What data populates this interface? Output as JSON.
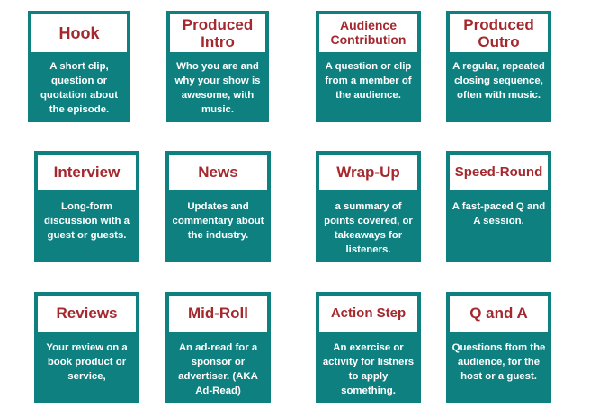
{
  "colors": {
    "card": "#0f8080",
    "title": "#a4282e",
    "header_bg": "#ffffff",
    "text": "#ffffff"
  },
  "cards": [
    {
      "title": "Hook",
      "description": "A short clip, question or quotation about the episode."
    },
    {
      "title": "Produced Intro",
      "description": "Who you are and why your show is awesome, with music."
    },
    {
      "title": "Audience Contribution",
      "description": "A question or clip from a member of the audience."
    },
    {
      "title": "Produced Outro",
      "description": "A regular, repeated closing sequence, often with music."
    },
    {
      "title": "Interview",
      "description": "Long-form discussion with a guest or guests."
    },
    {
      "title": "News",
      "description": "Updates and commentary about the industry."
    },
    {
      "title": "Wrap-Up",
      "description": "a summary of points covered, or takeaways for listeners."
    },
    {
      "title": "Speed-Round",
      "description": "A fast-paced Q and A session."
    },
    {
      "title": "Reviews",
      "description": "Your review on a book product or service,"
    },
    {
      "title": "Mid-Roll",
      "description": "An ad-read for a sponsor or advertiser. (AKA Ad-Read)"
    },
    {
      "title": "Action Step",
      "description": "An exercise or activity for listners to apply something."
    },
    {
      "title": "Q and A",
      "description": "Questions ftom the audience, for the host or a guest."
    }
  ]
}
